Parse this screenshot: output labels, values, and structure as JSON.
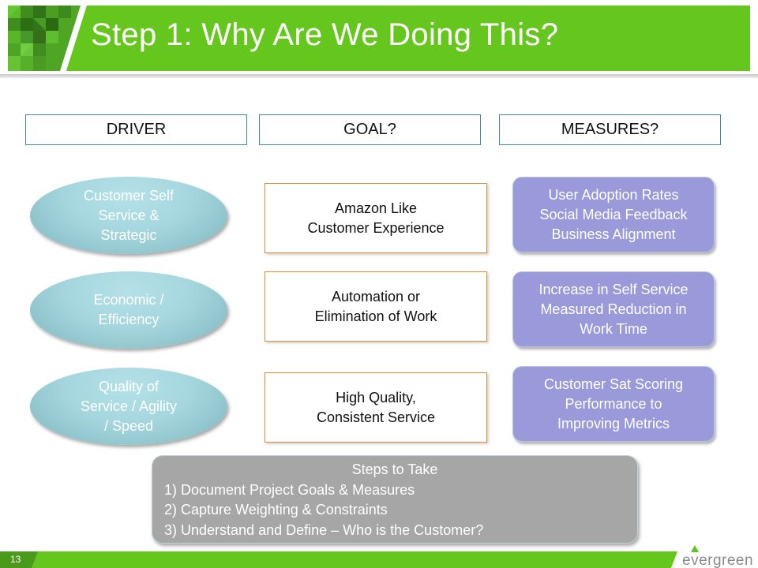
{
  "slide": {
    "title": "Step 1:  Why Are We Doing This?",
    "page_number": "13",
    "brand": "evergreen"
  },
  "colors": {
    "header_green": "#65c61e",
    "driver_teal": "#a5d6de",
    "goal_border_orange": "#e08a2e",
    "measure_purple": "#9a99da",
    "steps_gray": "#a6a6a6",
    "column_header_border": "#3f8a8c"
  },
  "columns": {
    "driver": "DRIVER",
    "goal": "GOAL?",
    "measures": "MEASURES?"
  },
  "rows": [
    {
      "driver": [
        "Customer Self",
        "Service &",
        "Strategic"
      ],
      "goal": [
        "Amazon  Like",
        "Customer Experience"
      ],
      "measures": [
        "User Adoption  Rates",
        "Social Media Feedback",
        "Business Alignment"
      ]
    },
    {
      "driver": [
        "Economic /",
        "Efficiency"
      ],
      "goal": [
        "Automation  or",
        "Elimination  of Work"
      ],
      "measures": [
        "Increase in Self Service",
        "Measured Reduction  in",
        "Work Time"
      ]
    },
    {
      "driver": [
        "Quality of",
        "Service / Agility",
        "/ Speed"
      ],
      "goal": [
        "High  Quality,",
        "Consistent Service"
      ],
      "measures": [
        "Customer Sat Scoring",
        "Performance  to",
        "Improving  Metrics"
      ]
    }
  ],
  "steps": {
    "title": "Steps to Take",
    "items": [
      "1) Document  Project Goals & Measures",
      "2) Capture  Weighting & Constraints",
      "3) Understand  and  Define – Who is the Customer?"
    ]
  }
}
